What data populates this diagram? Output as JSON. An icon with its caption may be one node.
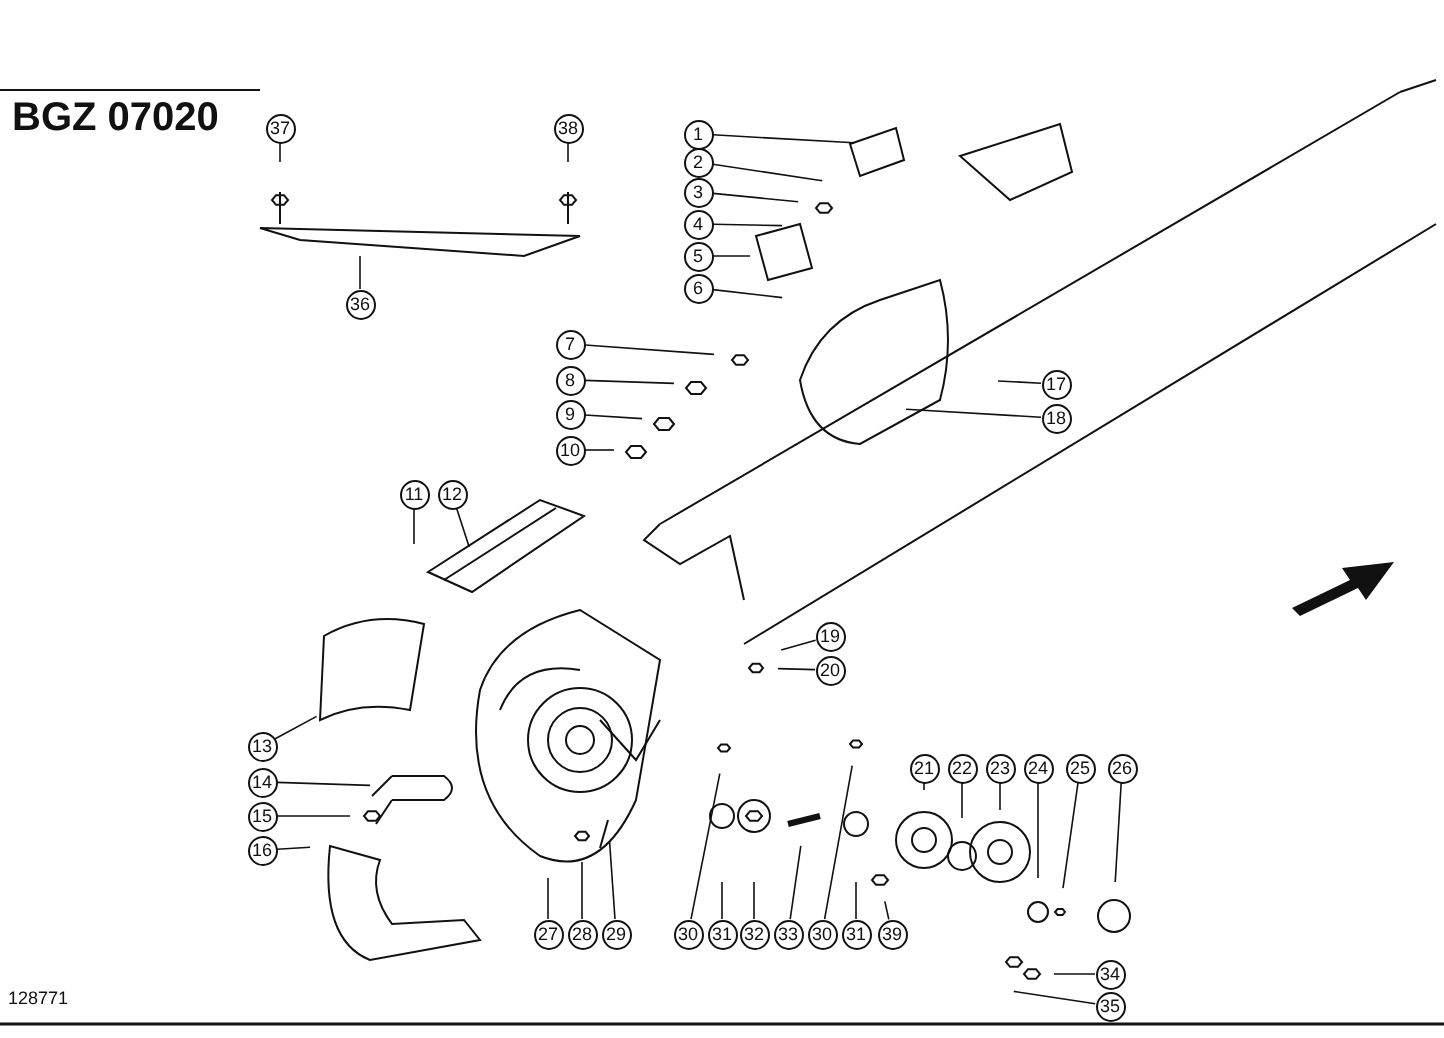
{
  "diagram": {
    "nodes": [
      {
        "text": [
          "37"
        ]
      },
      {
        "text": [
          "38"
        ]
      },
      {
        "text": [
          "1"
        ]
      },
      {
        "text": [
          "2"
        ]
      },
      {
        "text": [
          "3"
        ]
      },
      {
        "text": [
          "4"
        ]
      },
      {
        "text": [
          "5"
        ]
      },
      {
        "text": [
          "6"
        ]
      },
      {
        "text": [
          "36"
        ]
      },
      {
        "text": [
          "7"
        ]
      },
      {
        "text": [
          "8"
        ]
      },
      {
        "text": [
          "9"
        ]
      },
      {
        "text": [
          "10"
        ]
      },
      {
        "text": [
          "17"
        ]
      },
      {
        "text": [
          "18"
        ]
      },
      {
        "text": [
          "11"
        ]
      },
      {
        "text": [
          "12"
        ]
      },
      {
        "text": [
          "19"
        ]
      },
      {
        "text": [
          "20"
        ]
      },
      {
        "text": [
          "13"
        ]
      },
      {
        "text": [
          "14"
        ]
      },
      {
        "text": [
          "15"
        ]
      },
      {
        "text": [
          "16"
        ]
      },
      {
        "text": [
          "21"
        ]
      },
      {
        "text": [
          "22"
        ]
      },
      {
        "text": [
          "23"
        ]
      },
      {
        "text": [
          "24"
        ]
      },
      {
        "text": [
          "25"
        ]
      },
      {
        "text": [
          "26"
        ]
      },
      {
        "text": [
          "27"
        ]
      },
      {
        "text": [
          "28"
        ]
      },
      {
        "text": [
          "29"
        ]
      },
      {
        "text": [
          "30"
        ]
      },
      {
        "text": [
          "31"
        ]
      },
      {
        "text": [
          "32"
        ]
      },
      {
        "text": [
          "33"
        ]
      },
      {
        "text": [
          "30"
        ]
      },
      {
        "text": [
          "31"
        ]
      },
      {
        "text": [
          "39"
        ]
      },
      {
        "text": [
          "34"
        ]
      },
      {
        "text": [
          "35"
        ]
      }
    ],
    "edges": [
      {
        "from": 0,
        "to": null,
        "arrow": "none"
      },
      {
        "from": 1,
        "to": null,
        "arrow": "none"
      },
      {
        "from": 2,
        "to": null,
        "arrow": "none"
      },
      {
        "from": 3,
        "to": null,
        "arrow": "none"
      },
      {
        "from": 4,
        "to": null,
        "arrow": "none"
      },
      {
        "from": 5,
        "to": null,
        "arrow": "none"
      },
      {
        "from": 6,
        "to": null,
        "arrow": "none"
      },
      {
        "from": 7,
        "to": null,
        "arrow": "none"
      },
      {
        "from": 8,
        "to": null,
        "arrow": "none"
      },
      {
        "from": 9,
        "to": null,
        "arrow": "none"
      },
      {
        "from": 10,
        "to": null,
        "arrow": "none"
      },
      {
        "from": 11,
        "to": null,
        "arrow": "none"
      },
      {
        "from": 12,
        "to": null,
        "arrow": "none"
      },
      {
        "from": 13,
        "to": null,
        "arrow": "none"
      },
      {
        "from": 14,
        "to": null,
        "arrow": "none"
      },
      {
        "from": 15,
        "to": null,
        "arrow": "none"
      },
      {
        "from": 16,
        "to": null,
        "arrow": "none"
      },
      {
        "from": 17,
        "to": null,
        "arrow": "none"
      },
      {
        "from": 18,
        "to": null,
        "arrow": "none"
      },
      {
        "from": 19,
        "to": null,
        "arrow": "none"
      },
      {
        "from": 20,
        "to": null,
        "arrow": "none"
      },
      {
        "from": 21,
        "to": null,
        "arrow": "none"
      },
      {
        "from": 22,
        "to": null,
        "arrow": "none"
      },
      {
        "from": 23,
        "to": null,
        "arrow": "none"
      },
      {
        "from": 24,
        "to": null,
        "arrow": "none"
      },
      {
        "from": 25,
        "to": null,
        "arrow": "none"
      },
      {
        "from": 26,
        "to": null,
        "arrow": "none"
      },
      {
        "from": 27,
        "to": null,
        "arrow": "none"
      },
      {
        "from": 28,
        "to": null,
        "arrow": "none"
      },
      {
        "from": 29,
        "to": null,
        "arrow": "none"
      },
      {
        "from": 30,
        "to": null,
        "arrow": "none"
      },
      {
        "from": 31,
        "to": null,
        "arrow": "none"
      },
      {
        "from": 32,
        "to": null,
        "arrow": "none"
      },
      {
        "from": 33,
        "to": null,
        "arrow": "none"
      },
      {
        "from": 34,
        "to": null,
        "arrow": "none"
      },
      {
        "from": 35,
        "to": null,
        "arrow": "none"
      },
      {
        "from": 36,
        "to": null,
        "arrow": "none"
      },
      {
        "from": 37,
        "to": null,
        "arrow": "none"
      },
      {
        "from": 38,
        "to": null,
        "arrow": "none"
      },
      {
        "from": 39,
        "to": null,
        "arrow": "none"
      },
      {
        "from": 40,
        "to": null,
        "arrow": "none"
      }
    ],
    "labels": [
      "BGZ 07020",
      "128771"
    ]
  }
}
